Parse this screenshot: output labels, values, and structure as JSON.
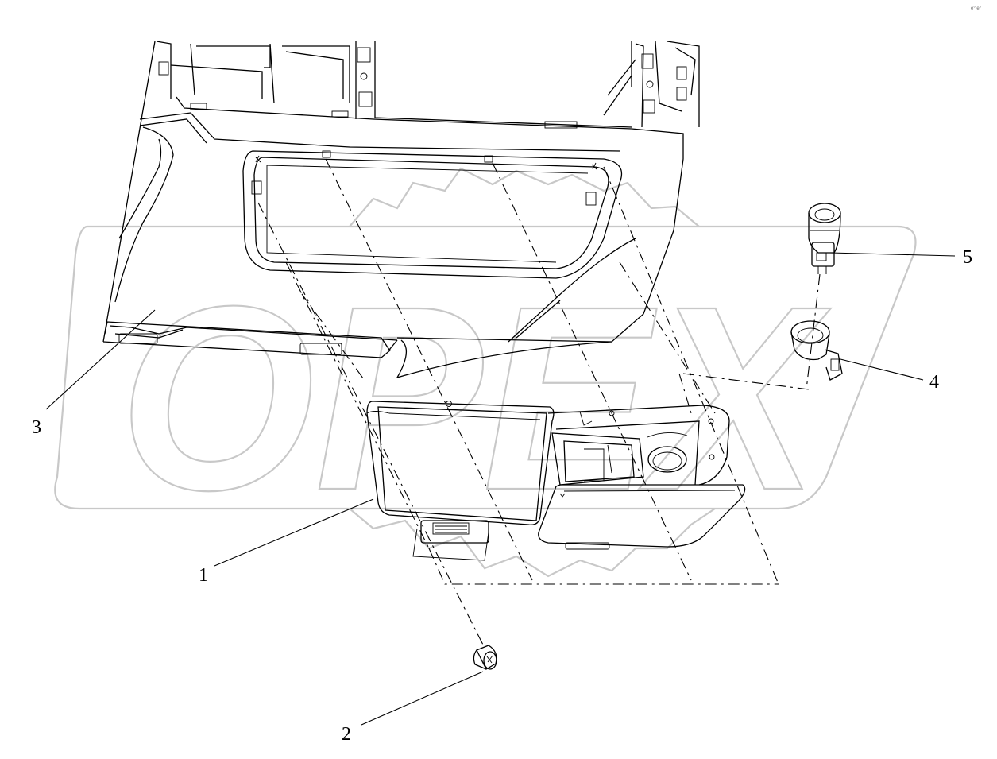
{
  "diagram": {
    "watermark_text": "OPEX",
    "corner_mark": "e° e°",
    "colors": {
      "line": "#000000",
      "watermark": "#c8c8c8",
      "background": "#ffffff"
    },
    "callouts": [
      {
        "id": "1",
        "label": "1"
      },
      {
        "id": "2",
        "label": "2"
      },
      {
        "id": "3",
        "label": "3"
      },
      {
        "id": "4",
        "label": "4"
      },
      {
        "id": "5",
        "label": "5"
      }
    ]
  }
}
